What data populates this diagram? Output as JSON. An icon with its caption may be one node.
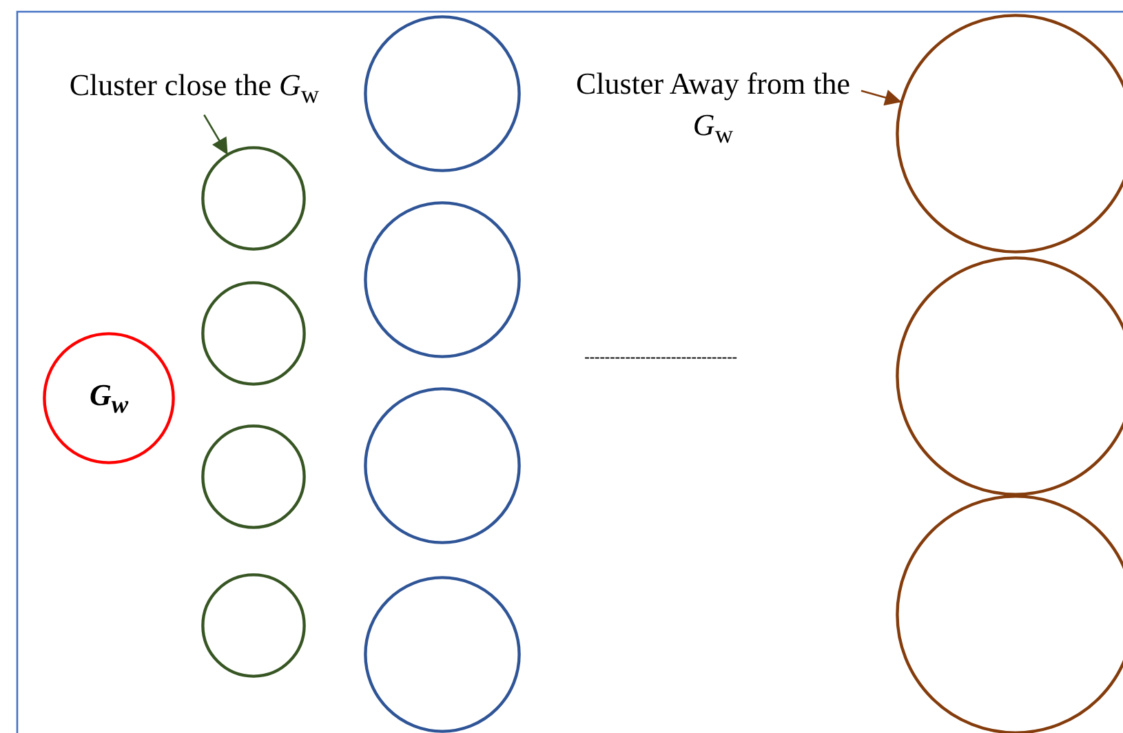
{
  "diagram": {
    "nodes": [
      {
        "text": [
          "Cluster close the *G*$_{w}$"
        ]
      },
      {
        "text": [
          "Cluster Away from the *G*$_{w}$"
        ]
      },
      {
        "text": [
          "G$_{w}$"
        ]
      },
      {
        "text": [],
        "shape": "circle"
      },
      {
        "text": [],
        "shape": "circle"
      },
      {
        "text": [],
        "shape": "circle"
      },
      {
        "text": [],
        "shape": "circle"
      },
      {
        "text": [],
        "shape": "circle"
      },
      {
        "text": [],
        "shape": "circle"
      },
      {
        "text": [],
        "shape": "circle"
      },
      {
        "text": [],
        "shape": "circle"
      },
      {
        "text": [],
        "shape": "circle"
      },
      {
        "text": [],
        "shape": "circle"
      },
      {
        "text": [],
        "shape": "circle"
      }
    ],
    "edges": [
      {
        "from": 0,
        "to": 3,
        "arrow": "to",
        "color": "#375623"
      },
      {
        "from": 1,
        "to": 11,
        "arrow": "to",
        "color": "#843c0c"
      }
    ],
    "labels": [
      "------------------------------"
    ]
  }
}
